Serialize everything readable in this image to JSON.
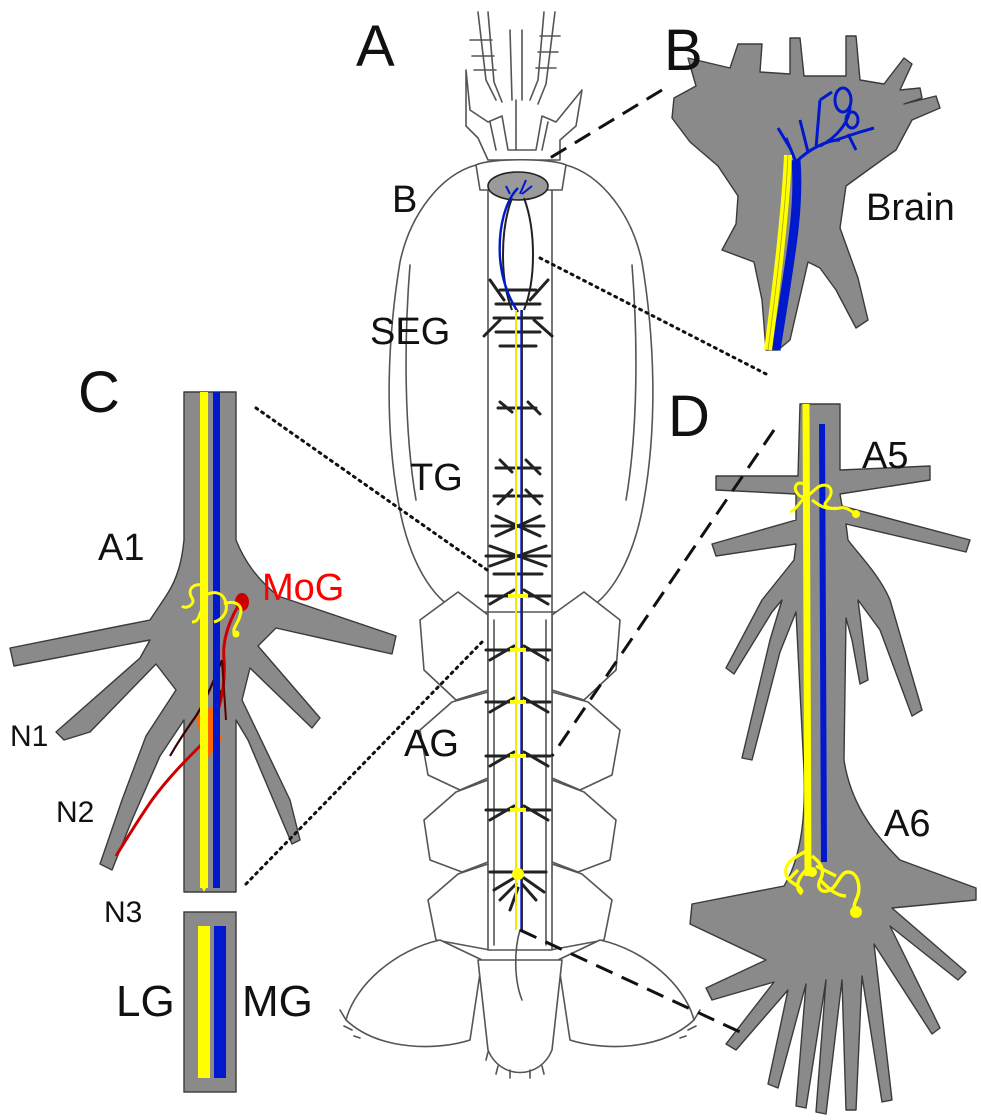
{
  "labels": {
    "panel_a": "A",
    "panel_b": "B",
    "panel_c": "C",
    "panel_d": "D",
    "brain_mark": "B",
    "seg": "SEG",
    "tg": "TG",
    "ag": "AG",
    "brain": "Brain",
    "a1": "A1",
    "mog": "MoG",
    "n1": "N1",
    "n2": "N2",
    "n3": "N3",
    "a5": "A5",
    "a6": "A6",
    "lg": "LG",
    "mg": "MG"
  },
  "colors": {
    "lateral_giant": "#ffff00",
    "medial_giant": "#0019cc",
    "motor_giant": "#cc0000",
    "accent_mog_label": "#ff0000",
    "tissue": "#8a8a8a"
  }
}
